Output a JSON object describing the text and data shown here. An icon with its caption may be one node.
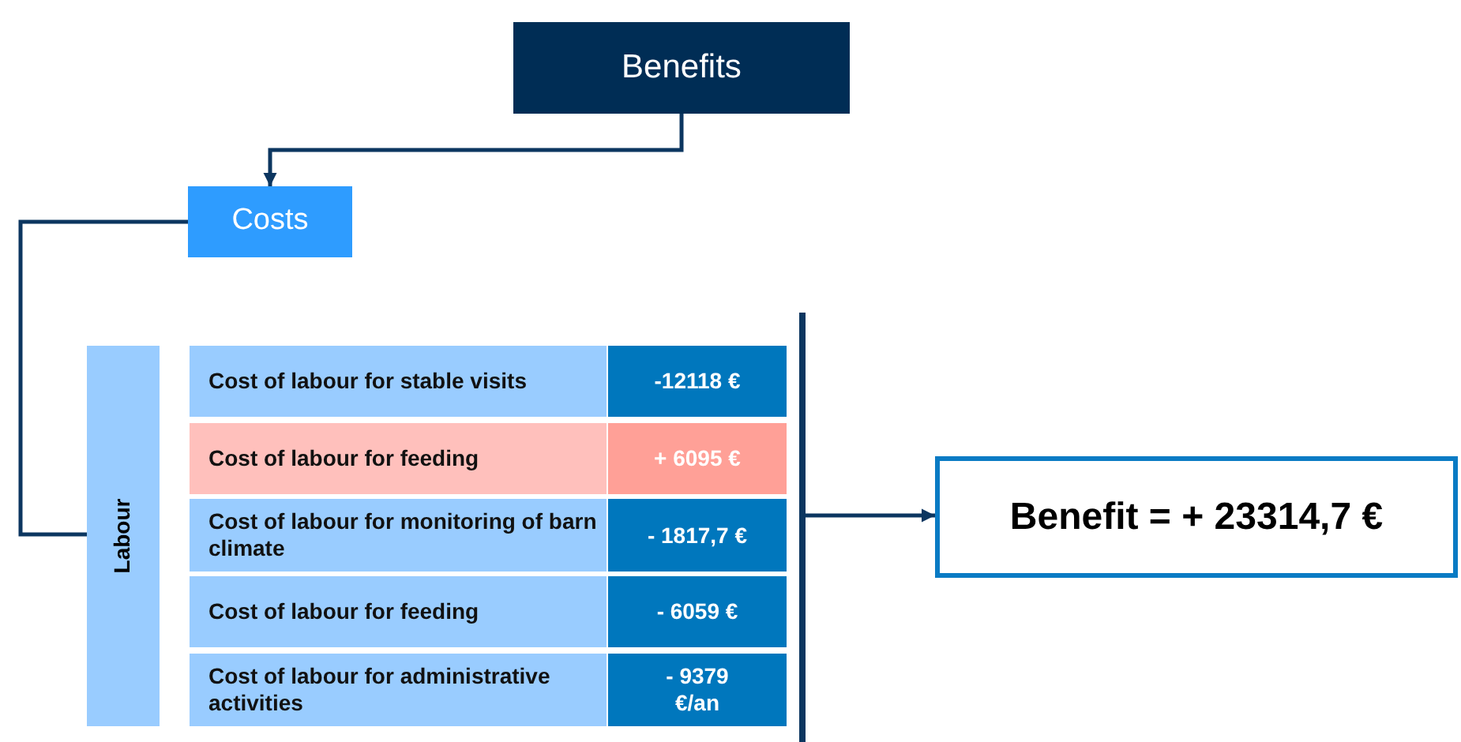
{
  "diagram": {
    "nodes": [
      {
        "text": [
          "Benefits"
        ]
      },
      {
        "text": [
          "Costs"
        ]
      },
      {
        "text": [
          "Labour"
        ]
      },
      {
        "text": [
          "Cost of labour for stable visits"
        ]
      },
      {
        "text": [
          "-12118 €"
        ]
      },
      {
        "text": [
          "Cost of labour for feeding"
        ]
      },
      {
        "text": [
          "+ 6095 €"
        ]
      },
      {
        "text": [
          "Cost of labour for monitoring of barn climate"
        ]
      },
      {
        "text": [
          "- 1817,7 €"
        ]
      },
      {
        "text": [
          "Cost of labour for feeding"
        ]
      },
      {
        "text": [
          "- 6059 €"
        ]
      },
      {
        "text": [
          "Cost of labour for administrative activities"
        ]
      },
      {
        "text": [
          "- 9379 €/an"
        ]
      },
      {
        "text": [],
        "shape": "bar"
      },
      {
        "text": [
          "Benefit = + 23314,7 €"
        ]
      }
    ],
    "edges": [
      {
        "from": 0,
        "to": 1,
        "arrow": "to"
      },
      {
        "from": 1,
        "to": 2,
        "arrow": "none"
      },
      {
        "from": 13,
        "to": 14,
        "arrow": "to"
      }
    ]
  }
}
